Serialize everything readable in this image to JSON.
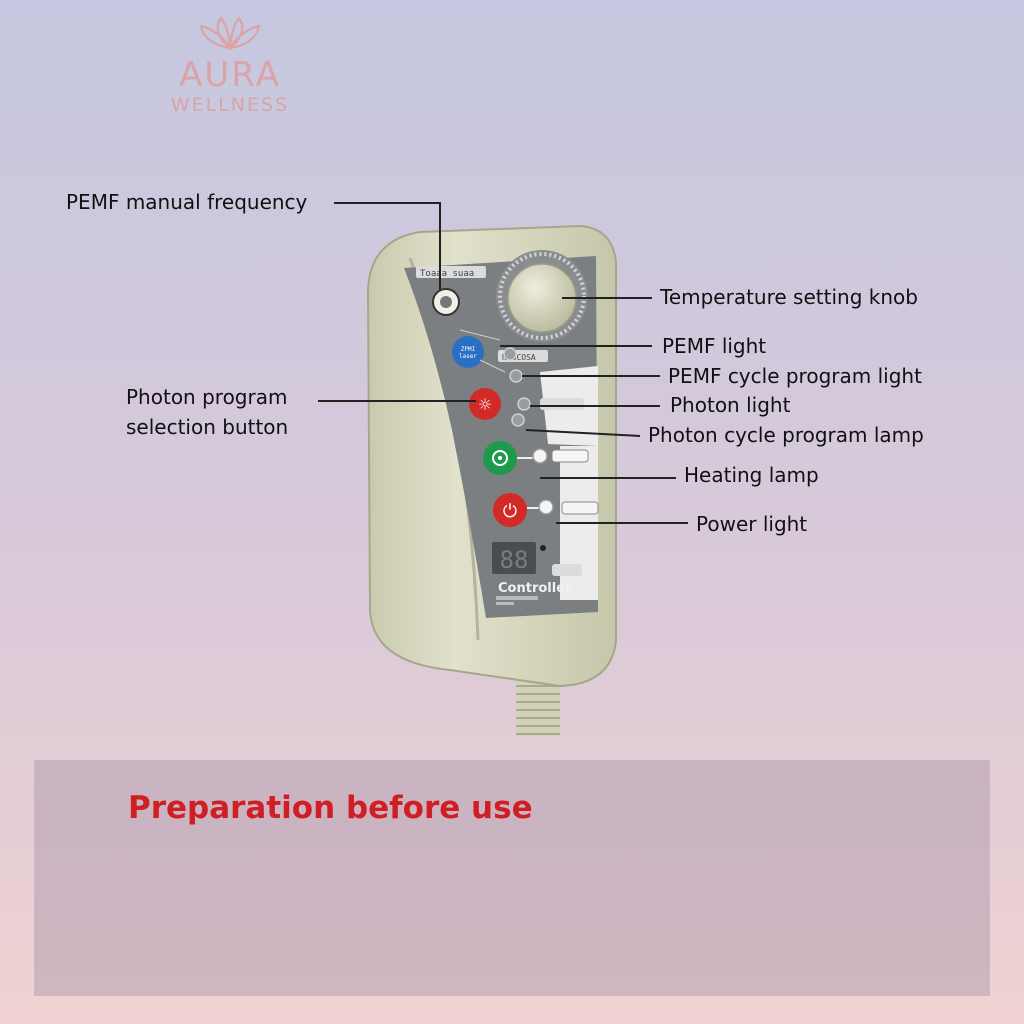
{
  "brand": {
    "name": "AURA",
    "subtitle": "WELLNESS",
    "icon": "lotus-icon",
    "color": "#d9a3a8"
  },
  "device": {
    "title_label": "Controller",
    "display_value": "88",
    "colors": {
      "body": "#ddddc6",
      "faceplate": "#7c7f82",
      "pemf_button": "#2a6fc4",
      "photon_button": "#d22a26",
      "heating_button": "#1d9a4a",
      "power_button": "#d22a26"
    }
  },
  "annotations": {
    "pemf_manual_frequency": "PEMF manual frequency",
    "temperature_setting_knob": "Temperature setting knob",
    "pemf_light": "PEMF light",
    "pemf_cycle_program_light": "PEMF cycle program light",
    "photon_program_selection_line1": "Photon program",
    "photon_program_selection_line2": "selection button",
    "photon_light": "Photon light",
    "photon_cycle_program_lamp": "Photon cycle program lamp",
    "heating_lamp": "Heating lamp",
    "power_light": "Power light"
  },
  "section": {
    "title": "Preparation before use",
    "title_color": "#d01e24"
  }
}
